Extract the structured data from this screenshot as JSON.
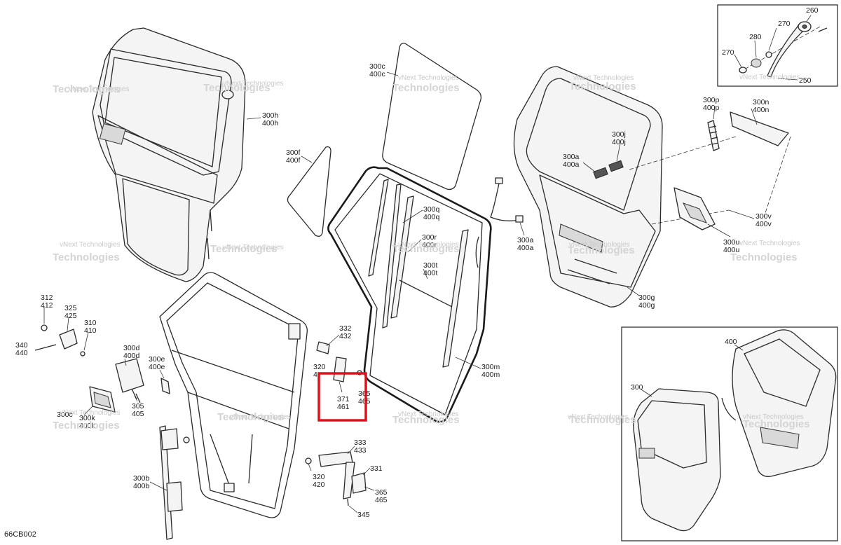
{
  "diagram_code": "66CB002",
  "watermark": {
    "line1": "vNext Technologies",
    "line2a": "vNext",
    "line2b": "Technologies"
  },
  "callouts": {
    "c260": "260",
    "c270a": "270",
    "c270b": "270",
    "c280": "280",
    "c250": "250",
    "c300h": "300h",
    "c400h": "400h",
    "c300c": "300c",
    "c400c": "400c",
    "c300f": "300f",
    "c400f": "400f",
    "c300p": "300p",
    "c400p": "400p",
    "c300n": "300n",
    "c400n": "400n",
    "c300j": "300j",
    "c400j": "400j",
    "c300a1": "300a",
    "c400a1": "400a",
    "c300q": "300q",
    "c400q": "400q",
    "c300r": "300r",
    "c400r": "400r",
    "c300a2": "300a",
    "c400a2": "400a",
    "c300t": "300t",
    "c400t": "400t",
    "c300v": "300v",
    "c400v": "400v",
    "c300u": "300u",
    "c400u": "400u",
    "c300g": "300g",
    "c400g": "400g",
    "c312": "312",
    "c412": "412",
    "c325": "325",
    "c425": "425",
    "c310": "310",
    "c410": "410",
    "c340": "340",
    "c440": "440",
    "c300d": "300d",
    "c400d": "400d",
    "c300e": "300e",
    "c400e": "400e",
    "c332": "332",
    "c432": "432",
    "c320a": "320",
    "c420a": "4",
    "c371": "371",
    "c461": "461",
    "c365a": "365",
    "c465a": "465",
    "c300m": "300m",
    "c400m": "400m",
    "c300k1": "300c",
    "c300k2": "300k",
    "c400k": "400k",
    "c305": "305",
    "c405": "405",
    "c333": "333",
    "c433": "433",
    "c331": "331",
    "c320b": "320",
    "c420b": "420",
    "c365b": "365",
    "c465b": "465",
    "c345": "345",
    "c300b": "300b",
    "c400b": "400b",
    "c400": "400",
    "c300": "300"
  }
}
